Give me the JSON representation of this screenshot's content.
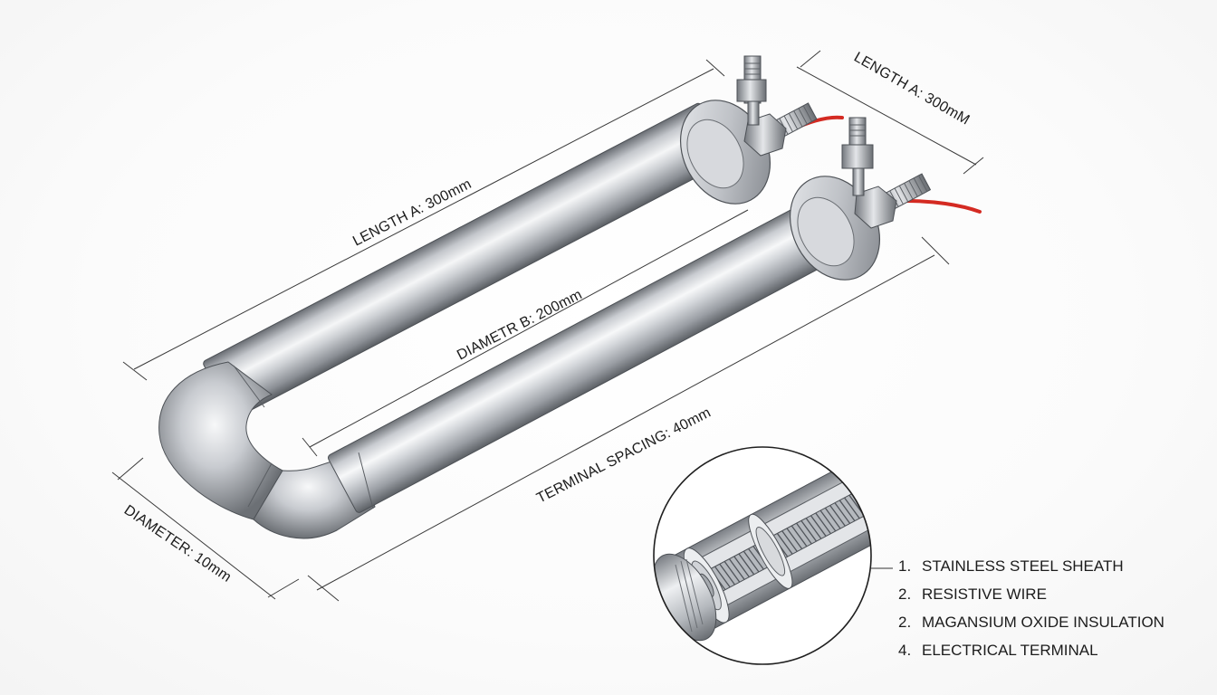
{
  "labels": {
    "length_a_main": "LENGTH A: 300mm",
    "length_a_right": "LENGTH A: 300mM",
    "diameter_b": "DIAMETR B: 200mm",
    "terminal_spacing": "TERMINAL SPACING: 40mm",
    "diameter": "DIAMETER: 10mm"
  },
  "legend": {
    "items": [
      {
        "number": "1.",
        "text": "STAINLESS STEEL SHEATH"
      },
      {
        "number": "2.",
        "text": "RESISTIVE WIRE"
      },
      {
        "number": "2.",
        "text": "MAGANSIUM OXIDE INSULATION"
      },
      {
        "number": "4.",
        "text": "ELECTRICAL TERMINAL"
      }
    ]
  },
  "colors": {
    "steel_light": "#f2f3f5",
    "steel_mid": "#b9bcc1",
    "steel_dark": "#6f7378",
    "wire": "#d42a22",
    "line": "#333333"
  }
}
